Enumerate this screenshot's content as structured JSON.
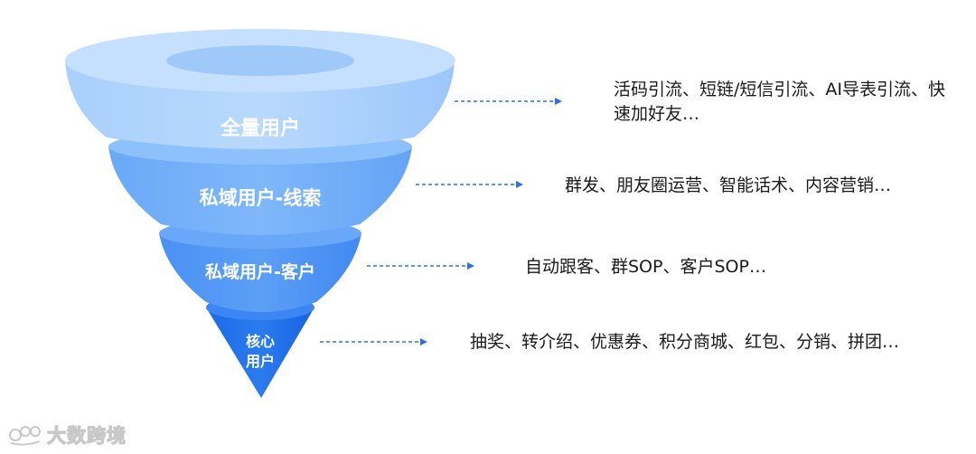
{
  "funnel": {
    "stages": [
      {
        "label": "全量用户",
        "description": "活码引流、短链/短信引流、AI导表引流、快速加好友…",
        "color": "#a6cdfb"
      },
      {
        "label": "私域用户-线索",
        "description": "群发、朋友圈运营、智能话术、内容营销…",
        "color": "#72aef8"
      },
      {
        "label": "私域用户-客户",
        "description": "自动跟客、群SOP、客户SOP…",
        "color": "#4f96f4"
      },
      {
        "label": "核心用户",
        "description": "抽奖、转介绍、优惠券、积分商城、红包、分销、拼团…",
        "color": "#1f6fe8"
      }
    ]
  },
  "watermark": {
    "text": "大数跨境",
    "icon": "logo-icon"
  }
}
